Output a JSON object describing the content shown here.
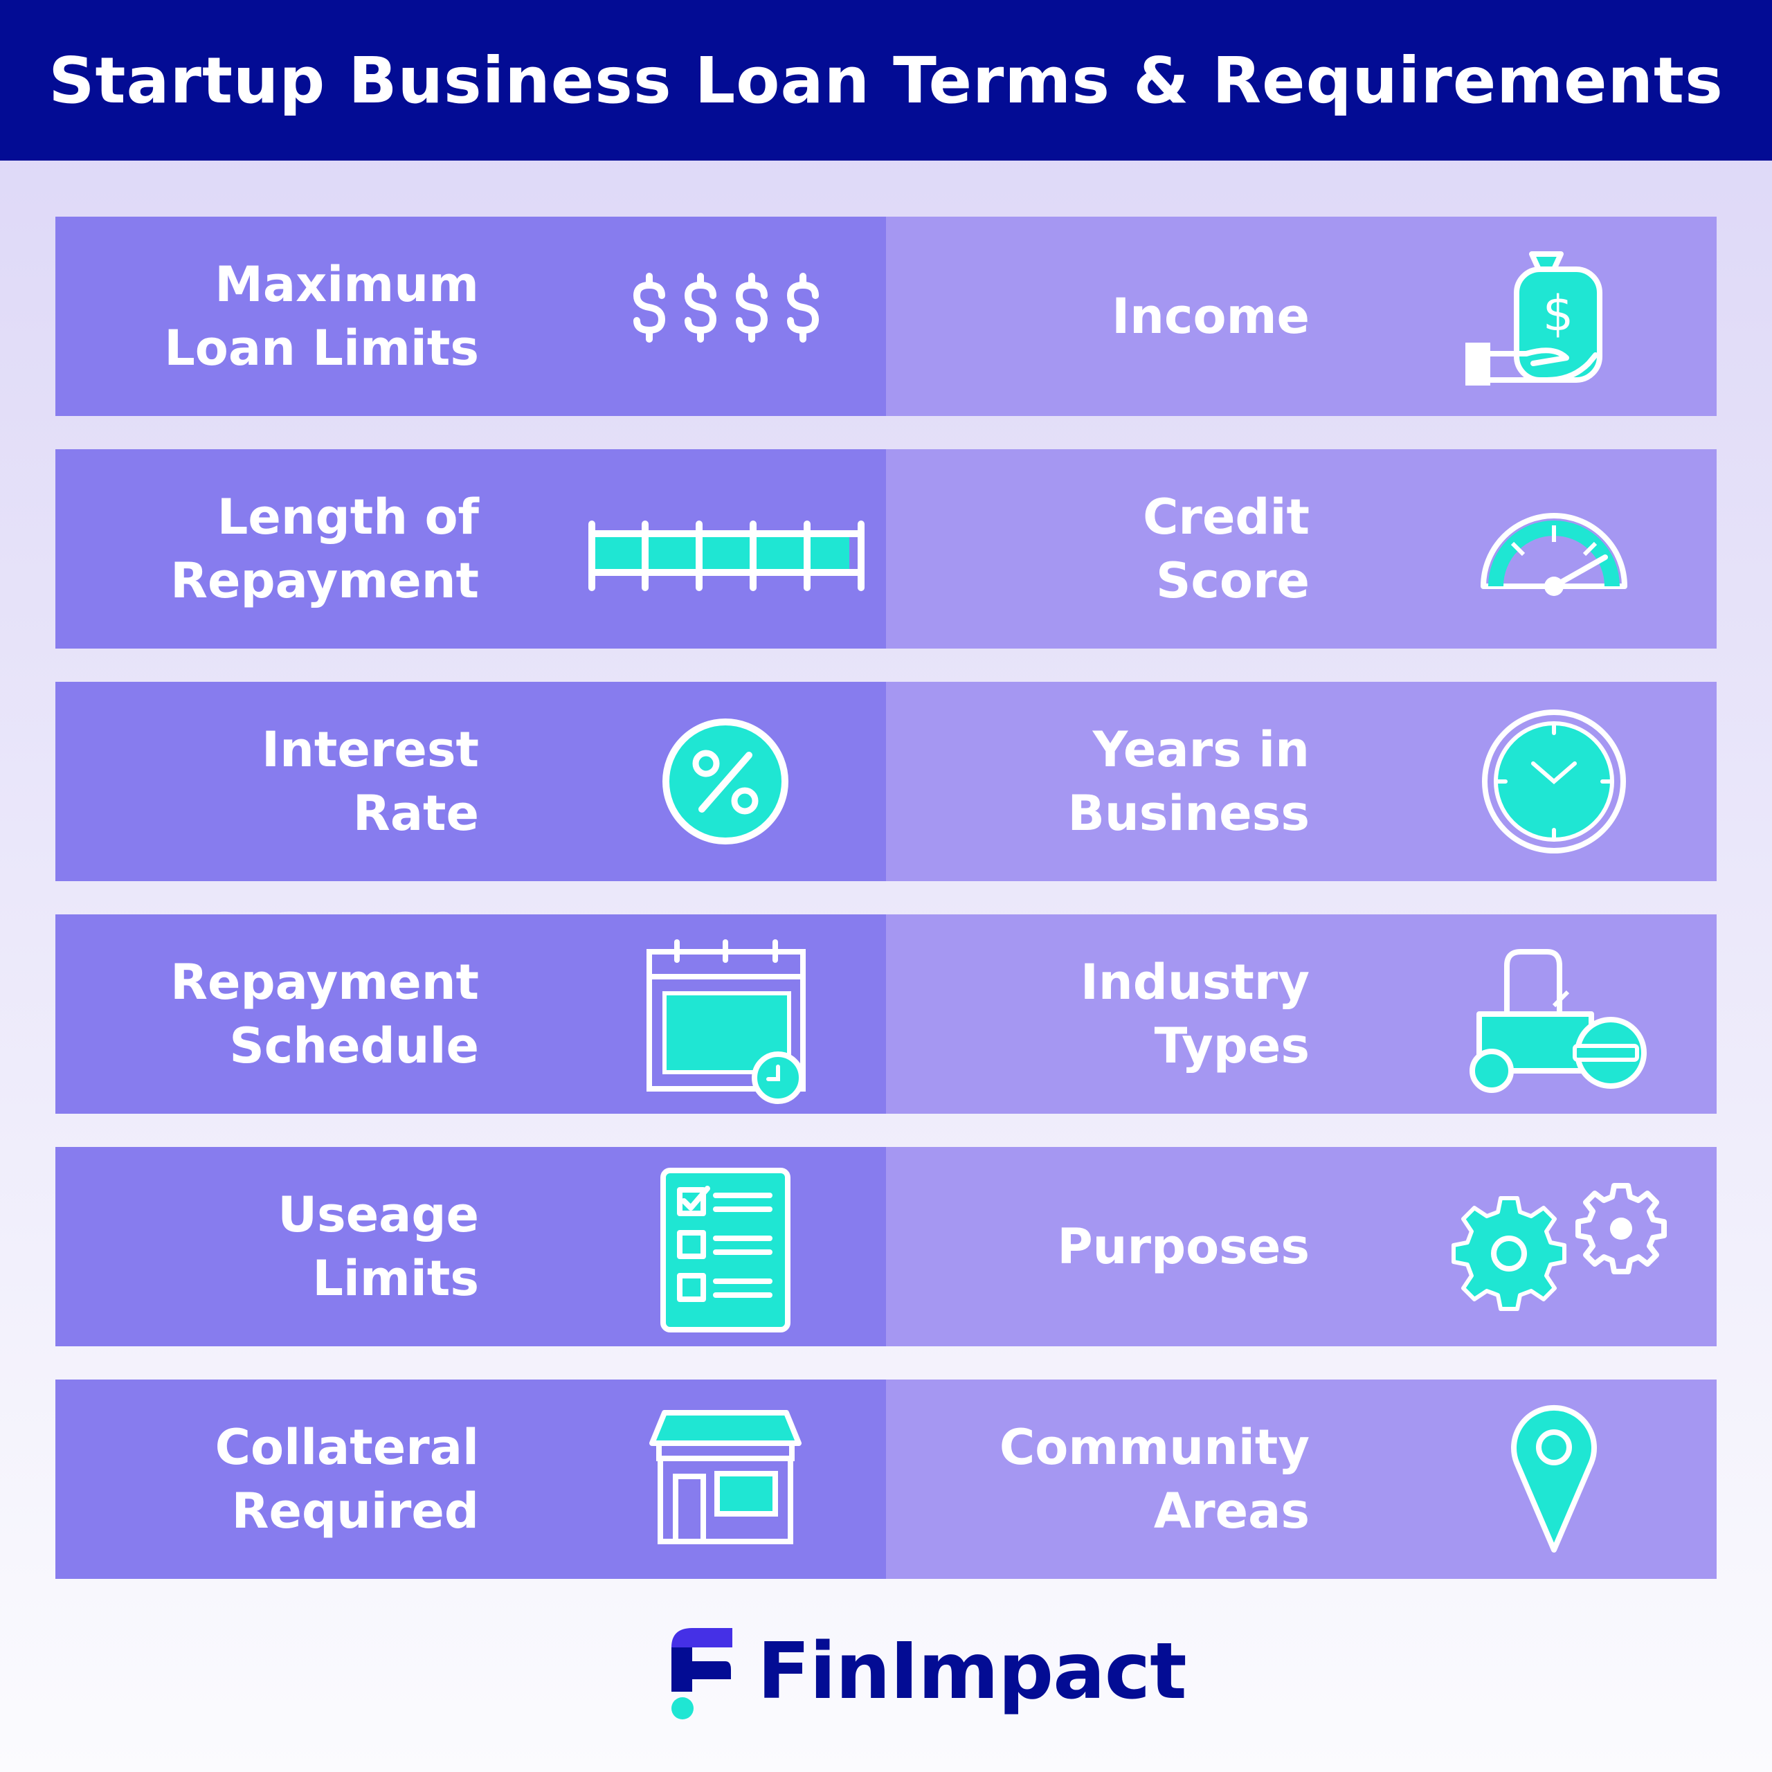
{
  "title": "Startup Business Loan Terms & Requirements",
  "colors": {
    "header": "#030c94",
    "left_cell": "#877cee",
    "right_cell": "#a597f2",
    "accent": "#1fe6d3",
    "brand": "#030c94"
  },
  "rows": [
    {
      "left": {
        "label": "Maximum\nLoan Limits",
        "icon": "dollar-signs-icon"
      },
      "right": {
        "label": "Income",
        "icon": "money-bag-hand-icon"
      }
    },
    {
      "left": {
        "label": "Length of\nRepayment",
        "icon": "timeline-ruler-icon"
      },
      "right": {
        "label": "Credit\nScore",
        "icon": "gauge-icon"
      }
    },
    {
      "left": {
        "label": "Interest\nRate",
        "icon": "percent-icon"
      },
      "right": {
        "label": "Years in\nBusiness",
        "icon": "clock-icon"
      }
    },
    {
      "left": {
        "label": "Repayment\nSchedule",
        "icon": "calendar-clock-icon"
      },
      "right": {
        "label": "Industry\nTypes",
        "icon": "road-roller-icon"
      }
    },
    {
      "left": {
        "label": "Useage\nLimits",
        "icon": "checklist-icon"
      },
      "right": {
        "label": "Purposes",
        "icon": "gears-icon"
      }
    },
    {
      "left": {
        "label": "Collateral\nRequired",
        "icon": "storefront-icon"
      },
      "right": {
        "label": "Community\nAreas",
        "icon": "location-pin-icon"
      }
    }
  ],
  "brand": {
    "name": "FinImpact",
    "icon": "finimpact-logo"
  }
}
